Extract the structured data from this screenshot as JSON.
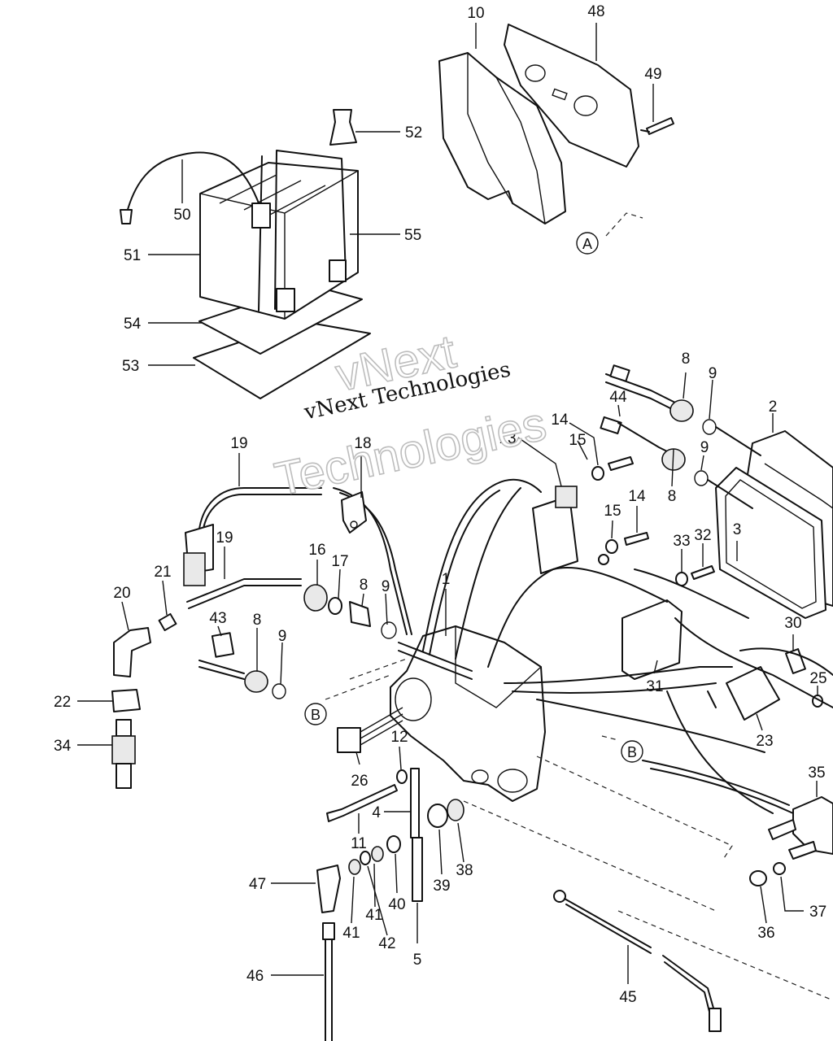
{
  "watermark": {
    "line1": "vNext",
    "line2": "vNext Technologies",
    "line3": "Technologies"
  },
  "callouts": {
    "A": "A",
    "B": "B"
  },
  "part_numbers": [
    "1",
    "2",
    "3",
    "4",
    "5",
    "8",
    "9",
    "10",
    "11",
    "12",
    "13",
    "14",
    "15",
    "16",
    "17",
    "18",
    "19",
    "20",
    "21",
    "22",
    "23",
    "25",
    "26",
    "30",
    "31",
    "32",
    "33",
    "34",
    "35",
    "36",
    "37",
    "38",
    "39",
    "40",
    "41",
    "42",
    "43",
    "44",
    "45",
    "46",
    "47",
    "48",
    "49",
    "50",
    "51",
    "52",
    "53",
    "54",
    "55"
  ]
}
